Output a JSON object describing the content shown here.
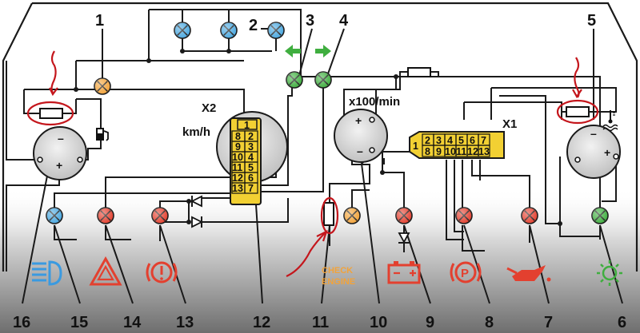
{
  "labels": {
    "callouts": [
      "1",
      "2",
      "3",
      "4",
      "5",
      "6",
      "7",
      "8",
      "9",
      "10",
      "11",
      "12",
      "13",
      "14",
      "15",
      "16"
    ],
    "connector_x2": "X2",
    "connector_x1": "X1",
    "speedometer_unit": "km/h",
    "tachometer_unit": "x100/min",
    "check_engine_line1": "CHECK",
    "check_engine_line2": "ENGINE",
    "plus": "+",
    "minus": "–"
  },
  "connector_x2_pins": [
    "1",
    "8",
    "2",
    "9",
    "3",
    "10",
    "4",
    "11",
    "5",
    "12",
    "6",
    "13",
    "7"
  ],
  "connector_x1_pins": [
    "1",
    "2",
    "3",
    "4",
    "5",
    "6",
    "7",
    "8",
    "9",
    "10",
    "11",
    "12",
    "13"
  ],
  "lamp_colors": {
    "blue": "#4aa8e0",
    "orange": "#f2a33a",
    "green": "#3fae3f",
    "red": "#e3402f"
  },
  "icons": [
    "headlight-icon",
    "hazard-icon",
    "brake-warning-icon",
    "check-engine-text",
    "battery-icon",
    "parking-brake-icon",
    "oil-pressure-icon",
    "side-lights-icon",
    "fuel-pump-icon",
    "coolant-temperature-icon"
  ]
}
